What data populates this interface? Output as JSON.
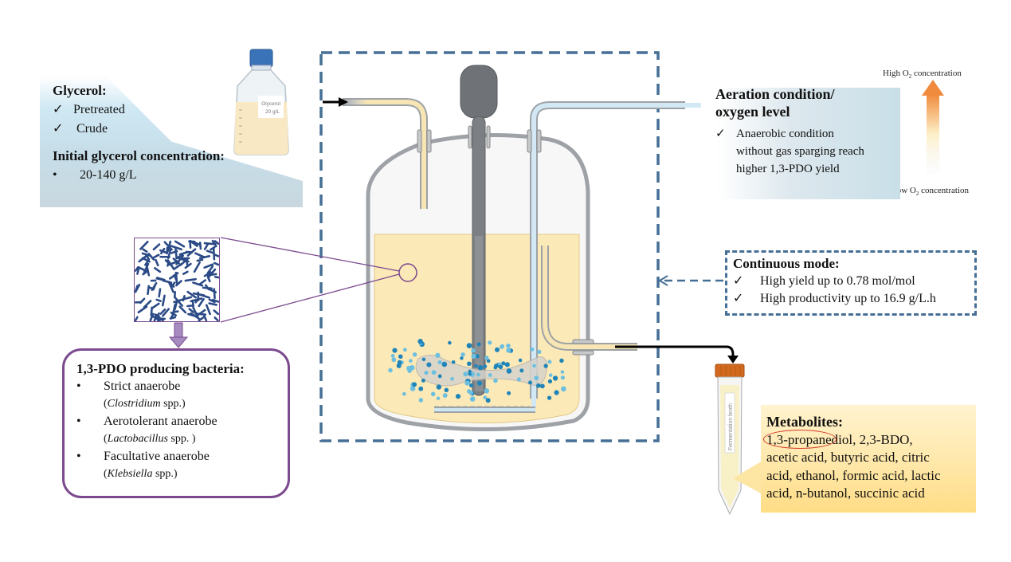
{
  "glycerol_panel": {
    "title": "Glycerol:",
    "check_items": [
      "Pretreated",
      "Crude"
    ],
    "concentration_title": "Initial glycerol concentration:",
    "concentration_items": [
      "20-140 g/L"
    ],
    "check_glyph": "✓",
    "bullet_glyph": "•"
  },
  "bottle": {
    "label_line1": "Glycerol",
    "label_line2": "20 g/L",
    "cap_color": "#3a73b8",
    "liquid_color": "#f8e8c4"
  },
  "aeration_panel": {
    "title_line1": "Aeration condition/",
    "title_line2": "oxygen level",
    "check_glyph": "✓",
    "item_lines": [
      "Anaerobic condition",
      "without gas sparging reach",
      "higher 1,3-PDO yield"
    ]
  },
  "oxygen_gradient": {
    "high_label": "High O",
    "high_sub": "2",
    "high_suffix": " concentration",
    "low_label": "Low O",
    "low_sub": "2",
    "low_suffix": " concentration",
    "high_color": "#f0883a",
    "low_color": "#f0f0f0"
  },
  "continuous_mode": {
    "title": "Continuous mode:",
    "check_glyph": "✓",
    "items": [
      "High yield up to 0.78 mol/mol",
      "High productivity up to 16.9 g/L.h"
    ],
    "border_color": "#456f96"
  },
  "bacteria_panel": {
    "title": "1,3-PDO producing bacteria:",
    "bullet_glyph": "•",
    "items": [
      {
        "type": "Strict anaerobe",
        "genus": "Clostridium",
        "suffix": " spp.)"
      },
      {
        "type": "Aerotolerant anaerobe",
        "genus": "Lactobacillus",
        "suffix": " spp. )"
      },
      {
        "type": "Facultative anaerobe",
        "genus": "Klebsiella",
        "suffix": " spp.)"
      }
    ],
    "border_color": "#7b4a8f"
  },
  "metabolites_panel": {
    "title": "Metabolites:",
    "highlight": "1,3-propanediol",
    "lines": [
      ", 2,3-BDO,",
      "acetic acid, butyric acid, citric",
      "acid, ethanol, formic acid, lactic",
      "acid, n-butanol, succinic acid"
    ],
    "highlight_ring_color": "#d23a2a"
  },
  "tube": {
    "label": "Fermentation broth",
    "cap_color": "#d2691e"
  },
  "reactor": {
    "broth_color": "#fbe9b7",
    "frame_color": "#456f96",
    "bubble_color": "#2a8fc0"
  }
}
